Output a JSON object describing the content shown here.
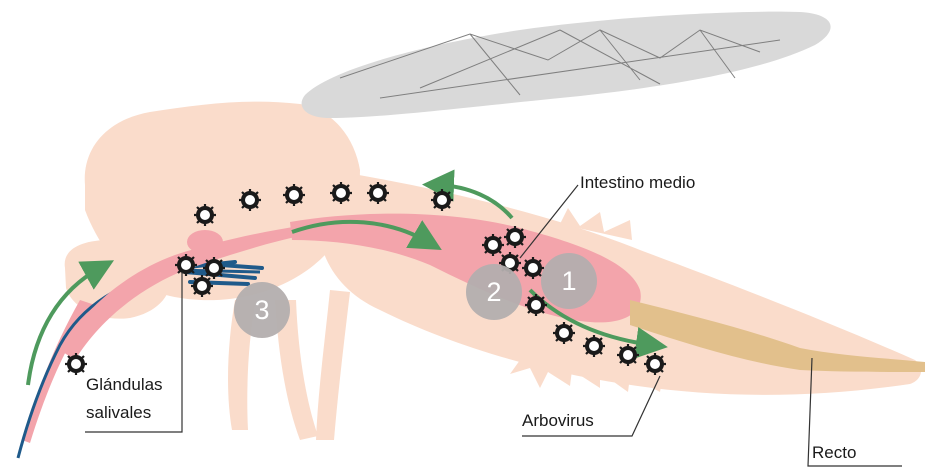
{
  "labels": {
    "intestino_medio": "Intestino medio",
    "glandulas_line1": "Glándulas",
    "glandulas_line2": "salivales",
    "arbovirus": "Arbovirus",
    "recto": "Recto"
  },
  "steps": {
    "one": "1",
    "two": "2",
    "three": "3"
  },
  "colors": {
    "body": "#fadccb",
    "wing": "#d9d9d9",
    "midgut": "#f3a4ab",
    "hindgut": "#e2c08c",
    "salivary": "#1f5a8a",
    "arrow": "#4e9a5d",
    "step_marker": "#b3aeae"
  },
  "icons": {
    "virus": "virus-particle-icon",
    "arrow": "flow-arrow-icon"
  }
}
